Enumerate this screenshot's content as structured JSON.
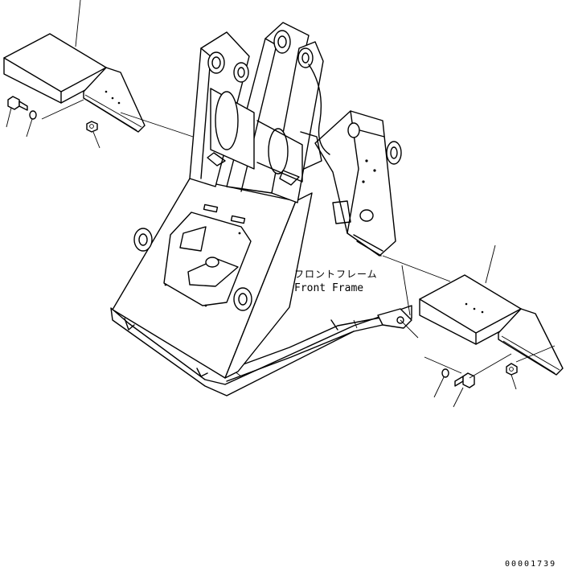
{
  "labels": {
    "jp": "フロントフレーム",
    "en": "Front Frame"
  },
  "drawing_code": "00001739",
  "colors": {
    "line": "#000000",
    "background": "#ffffff"
  }
}
